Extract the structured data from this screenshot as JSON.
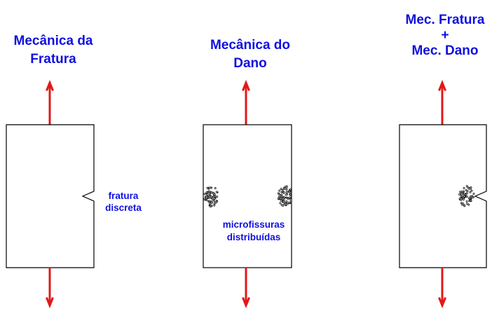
{
  "panels": [
    {
      "title_lines": [
        "Mecânica da",
        "Fratura"
      ],
      "annotation_lines": [
        "fratura",
        "discreta"
      ]
    },
    {
      "title_lines": [
        "Mecânica do",
        "Dano"
      ],
      "annotation_lines": [
        "microfissuras",
        "distribuídas"
      ]
    },
    {
      "title_lines": [
        "Mec. Fratura",
        "+",
        "Mec. Dano"
      ],
      "annotation_lines": []
    }
  ],
  "colors": {
    "text": "#1010e0",
    "arrows": "#e21818",
    "outline": "#000000"
  }
}
